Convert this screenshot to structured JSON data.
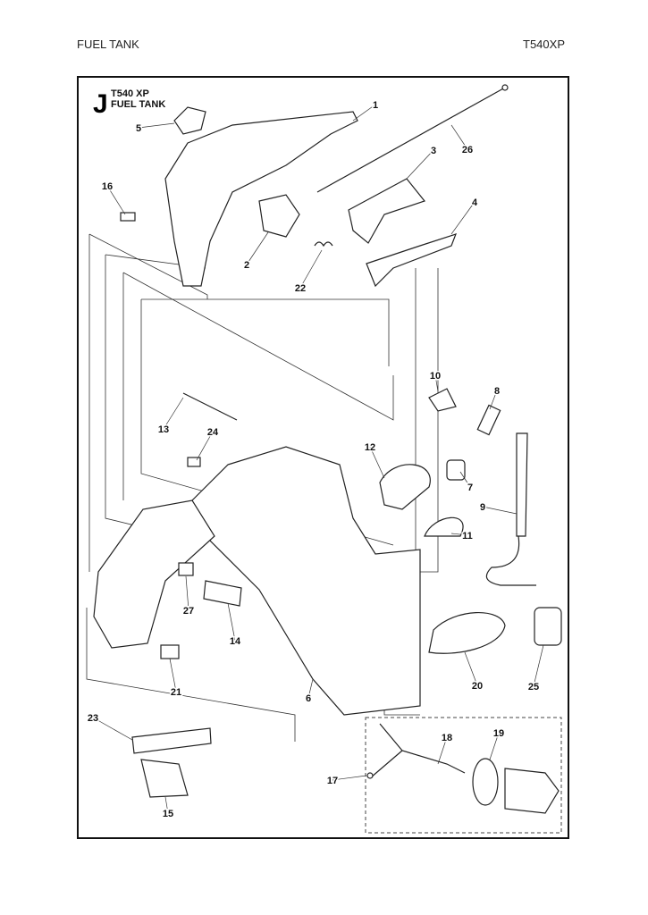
{
  "header": {
    "left": "FUEL TANK",
    "right": "T540XP"
  },
  "diagram": {
    "section_letter": "J",
    "title_line1": "T540 XP",
    "title_line2": "FUEL TANK",
    "callouts": [
      "1",
      "5",
      "26",
      "3",
      "16",
      "4",
      "2",
      "22",
      "10",
      "8",
      "13",
      "24",
      "12",
      "7",
      "9",
      "11",
      "27",
      "14",
      "20",
      "25",
      "21",
      "6",
      "23",
      "18",
      "19",
      "17",
      "15"
    ]
  }
}
